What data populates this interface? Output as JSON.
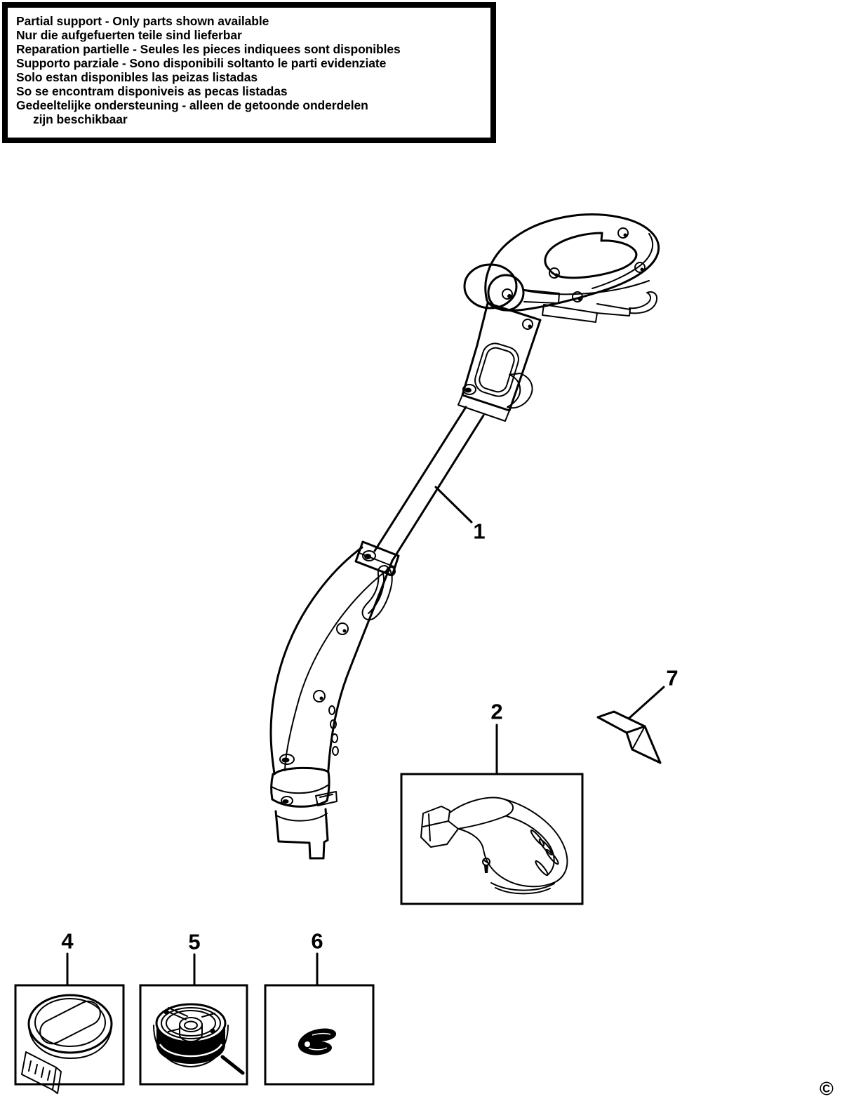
{
  "colors": {
    "ink": "#000000",
    "paper": "#ffffff"
  },
  "warning_box": {
    "lines": [
      "Partial support - Only parts shown available",
      "Nur die aufgefuerten teile sind lieferbar",
      "Reparation partielle - Seules les pieces indiquees sont disponibles",
      "Supporto parziale - Sono disponibili soltanto le parti evidenziate",
      "Solo estan disponibles las peizas listadas",
      "So se encontram disponiveis as pecas listadas",
      "Gedeeltelijke ondersteuning - alleen de getoonde onderdelen",
      "zijn beschikbaar"
    ]
  },
  "part_labels": {
    "body_assembly": "1",
    "guard": "2",
    "spool_cover": "4",
    "spool_and_line": "5",
    "lever": "6",
    "blade": "7"
  },
  "copyright_symbol": "©"
}
